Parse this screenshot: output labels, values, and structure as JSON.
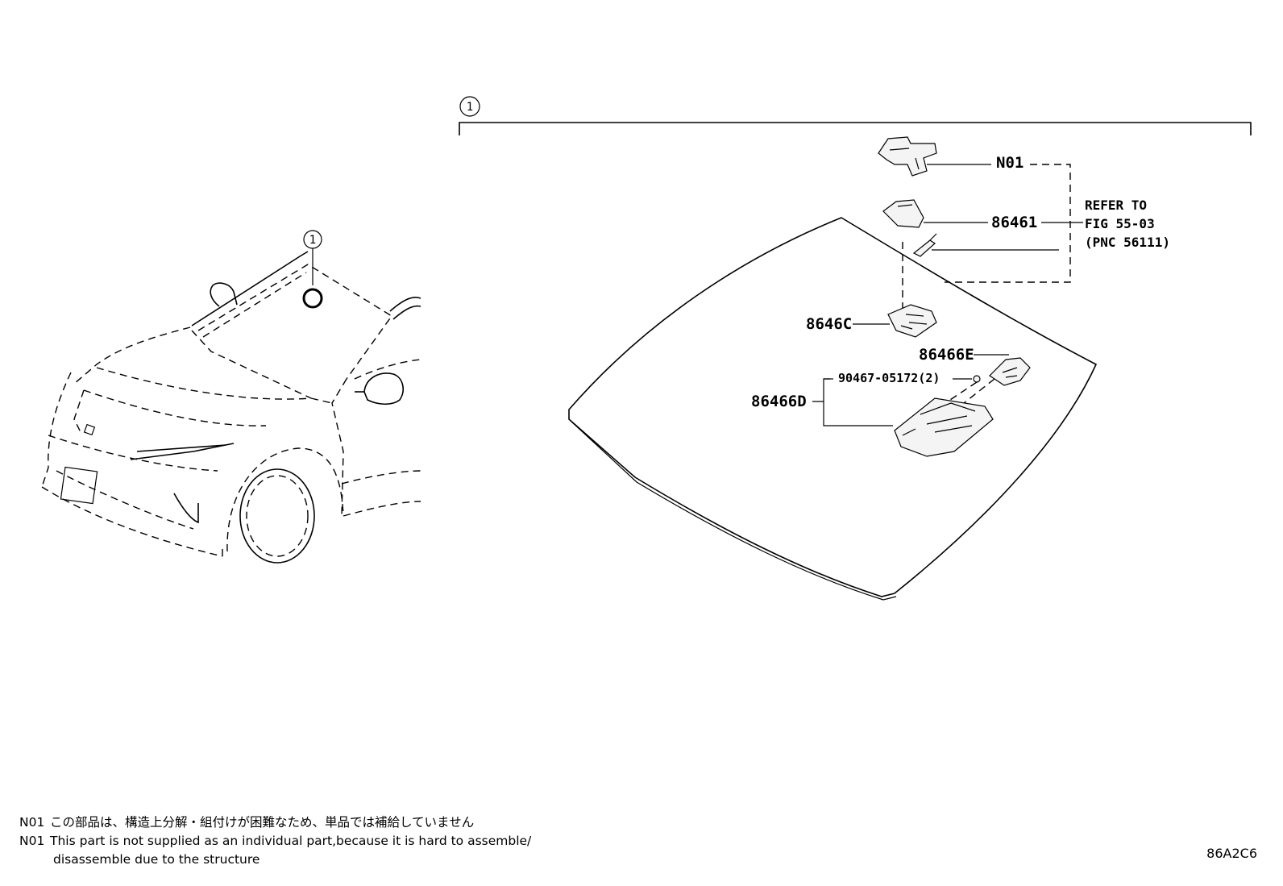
{
  "callouts": {
    "main_ref": "1",
    "car_ref": "1"
  },
  "parts": {
    "n01": "N01",
    "p86461": "86461",
    "p8646c": "8646C",
    "p86466e": "86466E",
    "p90467": "90467-05172(2)",
    "p86466d": "86466D"
  },
  "refer": {
    "line1": "REFER TO",
    "line2": "FIG 55-03",
    "line3": "(PNC 56111)"
  },
  "notes": [
    {
      "id": "N01",
      "text": "この部品は、構造上分解・組付けが困難なため、単品では補給していません"
    },
    {
      "id": "N01",
      "text": "This part is not supplied as an individual part,because it is hard to assemble/",
      "cont": "disassemble due to the structure"
    }
  ],
  "catalog_code": "86A2C6"
}
